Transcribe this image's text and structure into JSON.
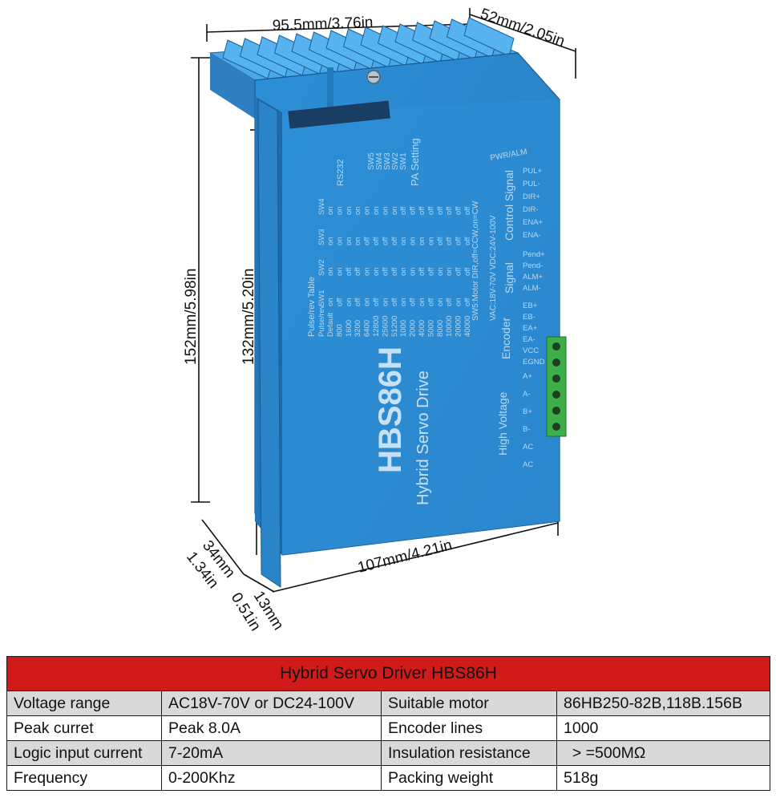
{
  "dimensions": {
    "top_width": "95.5mm/3.76in",
    "depth": "52mm/2.05in",
    "total_height": "152mm/5.98in",
    "body_height": "132mm/5.20in",
    "body_width": "107mm/4.21in",
    "flange_mm": "34mm",
    "flange_in": "1.34in",
    "foot_mm": "13mm",
    "foot_in": "0.51in"
  },
  "device": {
    "model": "HBS86H",
    "subtitle": "Hybrid Servo Drive",
    "rs232": "RS232",
    "pa_setting": "PA Setting",
    "sw_switches": [
      "SW5",
      "SW4",
      "SW3",
      "SW2",
      "SW1"
    ],
    "pulse_table_title": "Pulse/rev Table",
    "pulse_header": [
      "Pulse/rev",
      "SW1",
      "SW2",
      "SW3",
      "SW4"
    ],
    "pulse_rows": [
      [
        "Default",
        "on",
        "on",
        "on",
        "on"
      ],
      [
        "800",
        "off",
        "on",
        "on",
        "on"
      ],
      [
        "1600",
        "on",
        "off",
        "on",
        "on"
      ],
      [
        "3200",
        "off",
        "off",
        "on",
        "on"
      ],
      [
        "6400",
        "on",
        "on",
        "off",
        "on"
      ],
      [
        "12800",
        "off",
        "on",
        "off",
        "on"
      ],
      [
        "25600",
        "on",
        "off",
        "off",
        "on"
      ],
      [
        "51200",
        "off",
        "off",
        "off",
        "on"
      ],
      [
        "1000",
        "on",
        "on",
        "on",
        "off"
      ],
      [
        "2000",
        "off",
        "on",
        "on",
        "off"
      ],
      [
        "4000",
        "on",
        "off",
        "on",
        "off"
      ],
      [
        "5000",
        "off",
        "off",
        "on",
        "off"
      ],
      [
        "8000",
        "on",
        "on",
        "off",
        "off"
      ],
      [
        "10000",
        "off",
        "on",
        "off",
        "off"
      ],
      [
        "20000",
        "on",
        "off",
        "off",
        "off"
      ],
      [
        "40000",
        "off",
        "off",
        "off",
        "off"
      ]
    ],
    "sw5_note": "SW5:Motor DIR,off=CCW,on=CW",
    "voltage_note": "VAC:18V-70V  VDC:24V-100V",
    "pwr_alm": "PWR/ALM",
    "control_signal_label": "Control Signal",
    "signal_label": "Signal",
    "encoder_label": "Encoder",
    "high_voltage_label": "High Voltage",
    "control_pins": [
      "PUL+",
      "PUL-",
      "DIR+",
      "DIR-",
      "ENA+",
      "ENA-"
    ],
    "signal_pins": [
      "Pend+",
      "Pend-",
      "ALM+",
      "ALM-"
    ],
    "encoder_pins": [
      "EB+",
      "EB-",
      "EA+",
      "EA-",
      "VCC",
      "EGND"
    ],
    "power_pins": [
      "A+",
      "A-",
      "B+",
      "B-",
      "AC",
      "AC"
    ]
  },
  "spec_table": {
    "title": "Hybrid Servo Driver HBS86H",
    "rows": [
      [
        "Voltage range",
        "AC18V-70V or DC24-100V",
        "Suitable motor",
        "86HB250-82B,118B.156B"
      ],
      [
        "Peak curret",
        "Peak 8.0A",
        "Encoder lines",
        "1000"
      ],
      [
        "Logic input current",
        "7-20mA",
        "Insulation resistance",
        "  > =500MΩ"
      ],
      [
        "Frequency",
        "0-200Khz",
        "Packing weight",
        "518g"
      ]
    ]
  },
  "colors": {
    "body_blue": "#2f86c9",
    "body_dark": "#1f5f96",
    "heatsink_blue": "#3a9be0",
    "connector_green": "#3dae4a",
    "title_red": "#d11a1a"
  }
}
